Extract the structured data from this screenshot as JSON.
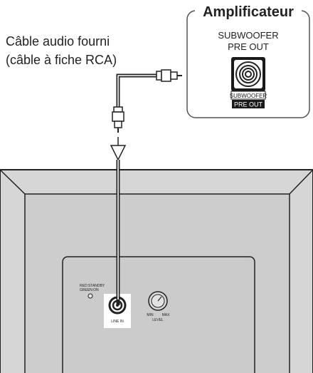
{
  "cable_label": {
    "line1": "Câble audio fourni",
    "line2": "(câble à fiche RCA)"
  },
  "amplifier": {
    "title": "Amplificateur",
    "output_label_line1": "SUBWOOFER",
    "output_label_line2": "PRE OUT",
    "jack_plate_line1": "SUBWOOFER",
    "jack_plate_line2": "PRE OUT"
  },
  "subwoofer_panel": {
    "standby_label_line1": "RED:STANDBY",
    "standby_label_line2": "GREEN:ON",
    "line_in_label": "LINE IN",
    "level_min": "MIN",
    "level_max": "MAX",
    "level_label": "LEVEL"
  },
  "colors": {
    "cabinet_fill": "#d6d6d6",
    "panel_fill": "#cfcfcf",
    "line": "#222222",
    "jack_plate": "#ffffff"
  }
}
